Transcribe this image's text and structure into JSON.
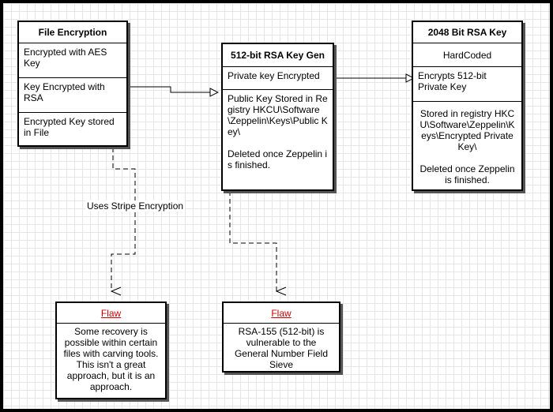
{
  "boxes": {
    "file_encryption": {
      "title": "File Encryption",
      "rows": [
        "Encrypted with AES Key",
        "Key Encrypted with RSA",
        "Encrypted Key stored in File"
      ]
    },
    "rsa_keygen": {
      "title": "512-bit RSA Key Gen",
      "rows": [
        "Private key Encrypted",
        "Public Key Stored in Registry HKCU\\Software\\Zeppelin\\Keys\\Public Key\\",
        "Deleted once Zeppelin is finished."
      ]
    },
    "rsa_2048": {
      "title": "2048 Bit RSA Key",
      "rows": [
        "HardCoded",
        "Encrypts 512-bit Private Key",
        "Stored in registry HKCU\\Software\\Zeppelin\\Keys\\Encrypted Private Key\\",
        "Deleted once Zeppelin is finished."
      ]
    },
    "flaw_stripe": {
      "title": "Flaw",
      "body": "Some recovery is possible within certain files with carving tools. This isn't a great approach, but it is an approach."
    },
    "flaw_rsa": {
      "title": "Flaw",
      "body": "RSA-155 (512-bit) is vulnerable to the General Number Field Sieve"
    }
  },
  "edge_labels": {
    "stripe": "Uses Stripe Encryption"
  },
  "colors": {
    "flaw_title": "#cc0000",
    "border": "#000000",
    "grid": "#e6e6e6"
  }
}
